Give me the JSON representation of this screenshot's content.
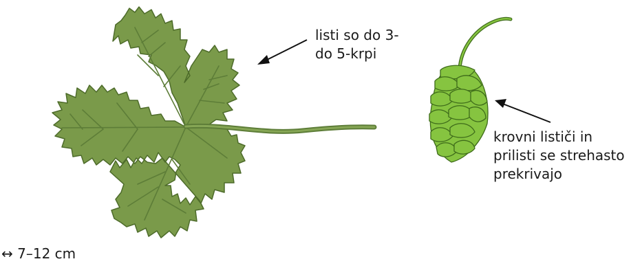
{
  "leaf_label": {
    "lines": [
      "listi so do 3-",
      "do 5-krpi"
    ]
  },
  "cone_label": {
    "lines": [
      "krovni lističi in",
      "prilisti se strehasto",
      "prekrivajo"
    ]
  },
  "scale_label": "↔ 7–12 cm",
  "colors": {
    "leaf_fill": "#7a9a4a",
    "leaf_outline": "#4d6b2a",
    "leaf_vein": "#5d7d38",
    "cone_fill": "#86c440",
    "cone_outline": "#3e6b1a",
    "arrow": "#111111"
  }
}
